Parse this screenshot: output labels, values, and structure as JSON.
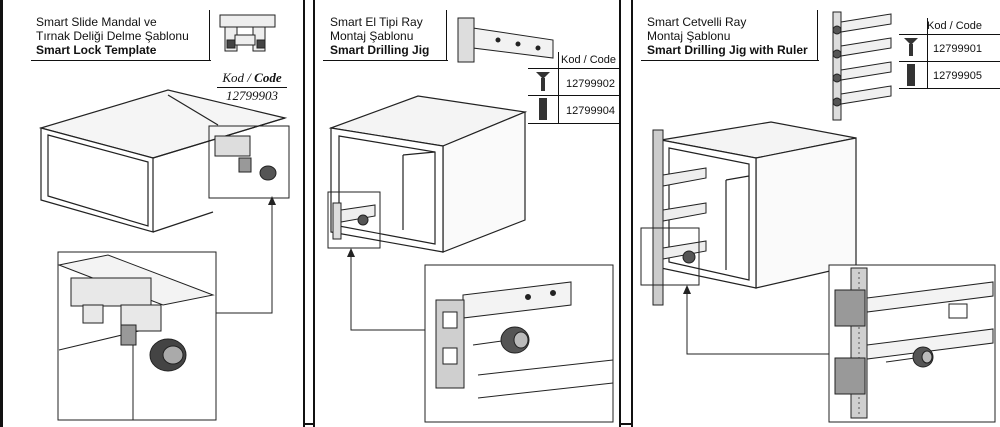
{
  "panels": [
    {
      "title_line1": "Smart Slide Mandal ve",
      "title_line2": "Tırnak Deliği Delme Şablonu",
      "title_line3": "Smart Lock Template",
      "code_label_a": "Kod / ",
      "code_label_b": "Code",
      "code": "12799903"
    },
    {
      "title_line1": "Smart El Tipi Ray",
      "title_line2": "Montaj Şablonu",
      "title_line3": "Smart Drilling Jig",
      "code_header": "Kod / Code",
      "codes": [
        "12799902",
        "12799904"
      ]
    },
    {
      "title_line1": "Smart Cetvelli Ray",
      "title_line2": "Montaj Şablonu",
      "title_line3": "Smart Drilling Jig with Ruler",
      "code_header": "Kod / Code",
      "codes": [
        "12799901",
        "12799905"
      ]
    }
  ]
}
